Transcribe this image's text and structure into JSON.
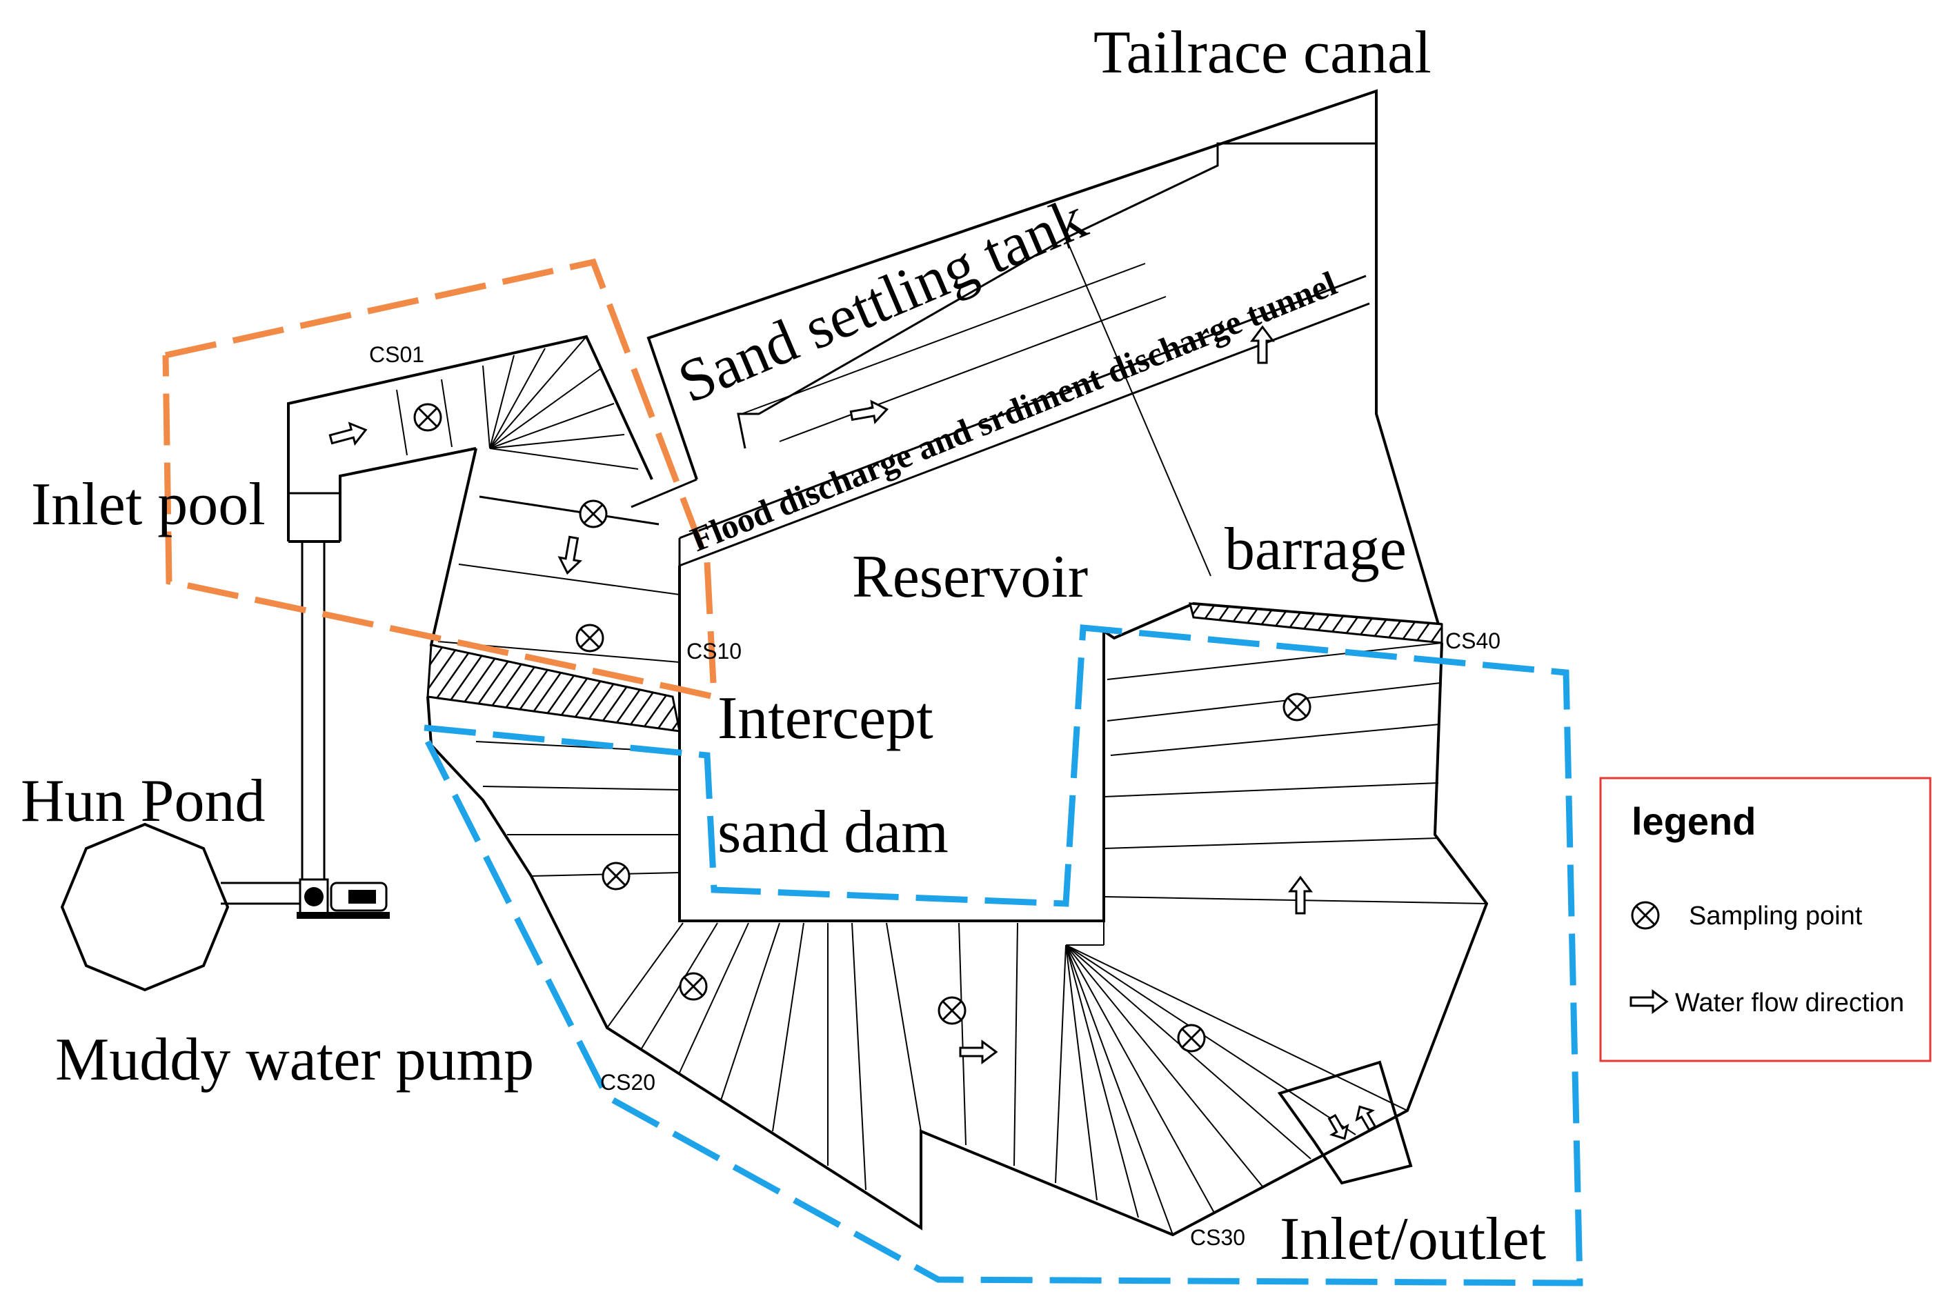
{
  "labels": {
    "tailrace": "Tailrace canal",
    "sand_tank": "Sand settling tank",
    "flood_tunnel": "Flood discharge and srdiment discharge tunnel",
    "inlet_pool": "Inlet pool",
    "reservoir": "Reservoir",
    "barrage": "barrage",
    "intercept": "Intercept",
    "sand_dam": "sand dam",
    "hun_pond": "Hun Pond",
    "muddy_pump": "Muddy water pump",
    "inlet_outlet": "Inlet/outlet"
  },
  "sections": {
    "cs01": "CS01",
    "cs10": "CS10",
    "cs20": "CS20",
    "cs30": "CS30",
    "cs40": "CS40"
  },
  "legend": {
    "title": "legend",
    "sampling": "Sampling point",
    "flow": "Water flow direction"
  },
  "colors": {
    "orange": "#F08A46",
    "blue": "#1FA3E8",
    "legend_border": "#E53935",
    "line": "#000000"
  }
}
